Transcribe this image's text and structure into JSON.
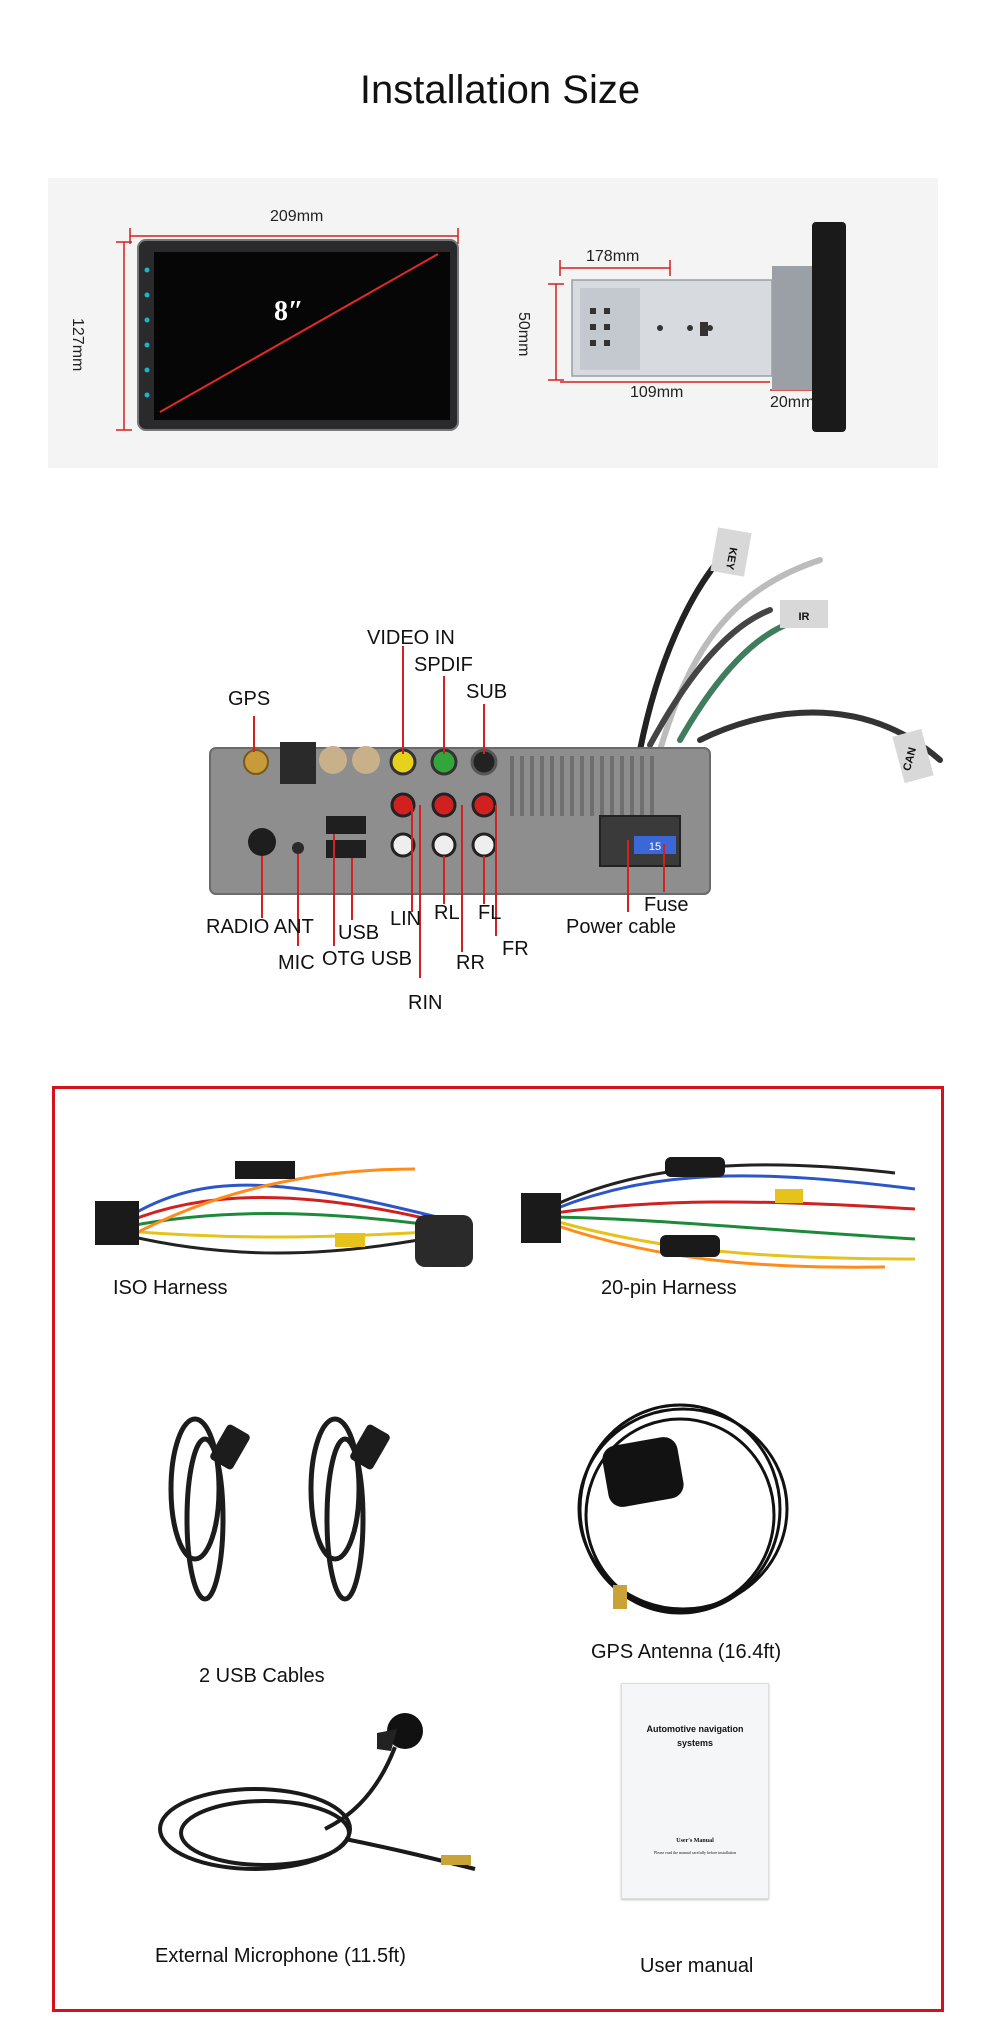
{
  "title": "Installation Size",
  "dimensions": {
    "width": "209mm",
    "height": "127mm",
    "screen": "8″",
    "depth": "178mm",
    "side_height": "50mm",
    "chassis": "109mm",
    "face": "20mm",
    "cable_tags": [
      "KEY",
      "IR",
      "CAN"
    ]
  },
  "ports": {
    "video_in": "VIDEO IN",
    "spdif": "SPDIF",
    "sub": "SUB",
    "gps": "GPS",
    "radio_ant": "RADIO ANT",
    "usb": "USB",
    "lin": "LIN",
    "rl": "RL",
    "fl": "FL",
    "fuse": "Fuse",
    "power_cable": "Power cable",
    "mic": "MIC",
    "otg_usb": "OTG USB",
    "rr": "RR",
    "fr": "FR",
    "rin": "RIN",
    "fuse_value": "15"
  },
  "accessories": {
    "iso_harness": "ISO Harness",
    "pin_harness": "20-pin Harness",
    "usb_cables": "2 USB Cables",
    "gps_antenna": "GPS Antenna (16.4ft)",
    "microphone": "External Microphone (11.5ft)",
    "manual": "User manual",
    "manual_cover_title": "Automotive navigation systems",
    "manual_cover_sub": "User's Manual",
    "manual_cover_note": "Please read the manual carefully before installation"
  },
  "colors": {
    "frame_red": "#d3121c",
    "pointer_red": "#d32020"
  }
}
